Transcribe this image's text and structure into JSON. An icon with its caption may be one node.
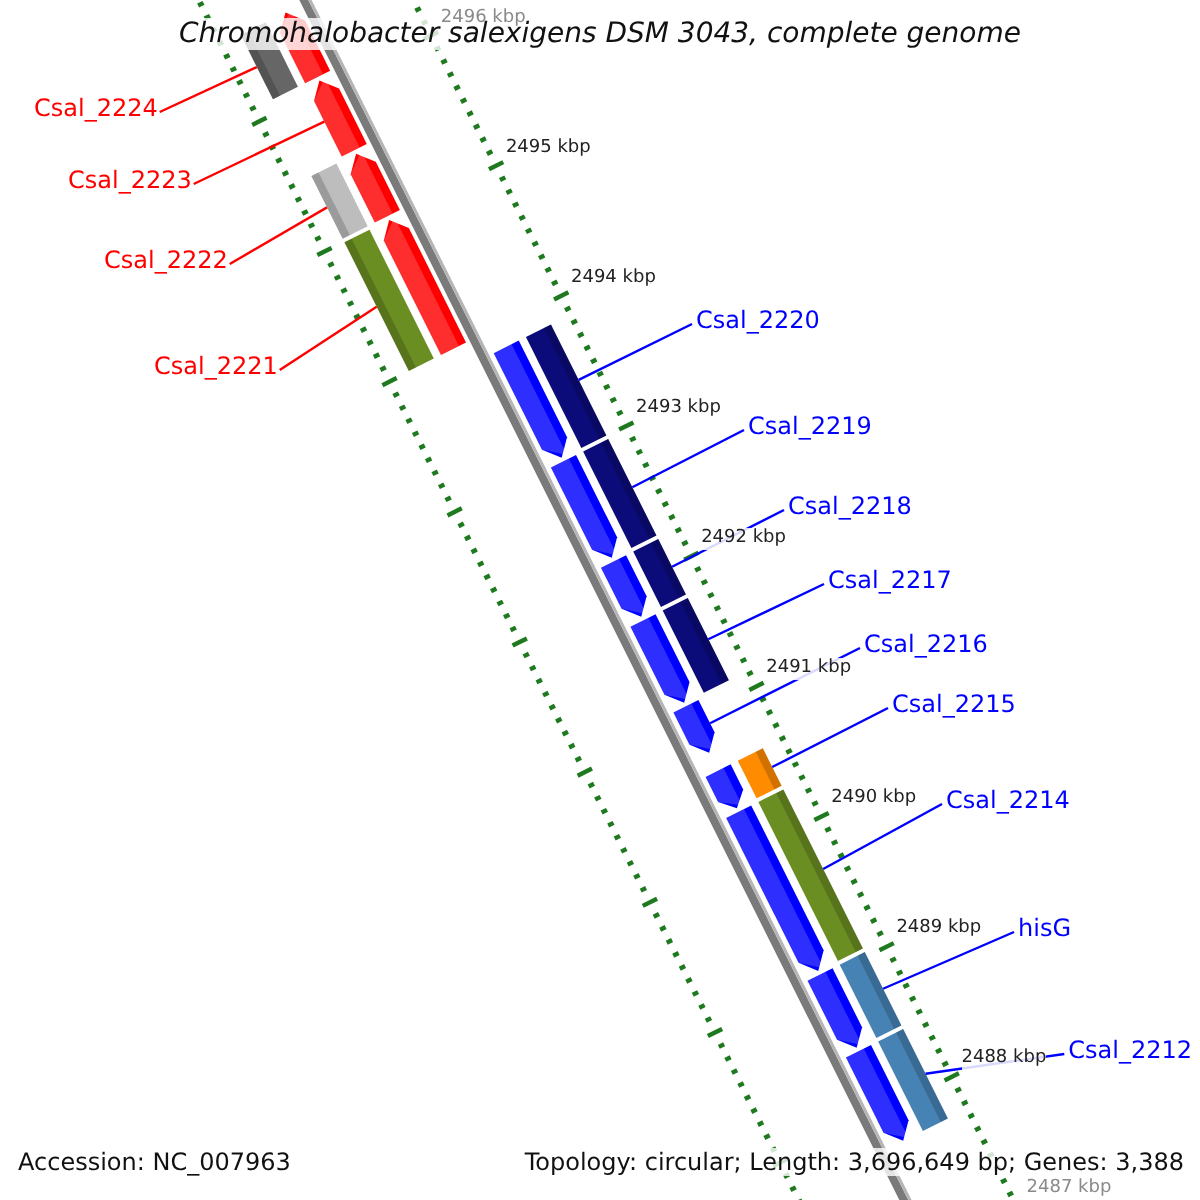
{
  "diagram": {
    "title": "Chromohalobacter salexigens DSM 3043, complete genome",
    "nodes": [
      {
        "text": [
          "Csal_2224"
        ]
      },
      {
        "text": [],
        "shape": "bar"
      },
      {
        "text": [
          "Csal_2223"
        ]
      },
      {
        "text": [],
        "shape": "bar"
      },
      {
        "text": [
          "Csal_2222"
        ]
      },
      {
        "text": [],
        "shape": "bar"
      },
      {
        "text": [
          "Csal_2221"
        ]
      },
      {
        "text": [],
        "shape": "bar"
      },
      {
        "text": [
          "Csal_2220"
        ]
      },
      {
        "text": [],
        "shape": "bar"
      },
      {
        "text": [
          "Csal_2219"
        ]
      },
      {
        "text": [],
        "shape": "bar"
      },
      {
        "text": [
          "Csal_2218"
        ]
      },
      {
        "text": [],
        "shape": "bar"
      },
      {
        "text": [
          "Csal_2217"
        ]
      },
      {
        "text": [],
        "shape": "bar"
      },
      {
        "text": [
          "Csal_2216"
        ]
      },
      {
        "text": [],
        "shape": "bar"
      },
      {
        "text": [
          "Csal_2215"
        ]
      },
      {
        "text": [],
        "shape": "bar"
      },
      {
        "text": [
          "Csal_2214"
        ]
      },
      {
        "text": [],
        "shape": "bar"
      },
      {
        "text": [
          "hisG"
        ]
      },
      {
        "text": [],
        "shape": "bar"
      },
      {
        "text": [
          "Csal_2212"
        ]
      },
      {
        "text": [],
        "shape": "bar"
      }
    ],
    "edges": [
      {
        "from": 0,
        "to": 1,
        "arrow": "none",
        "color": "#ff0000"
      },
      {
        "from": 2,
        "to": 3,
        "arrow": "none",
        "color": "#ff0000"
      },
      {
        "from": 4,
        "to": 5,
        "arrow": "none",
        "color": "#ff0000"
      },
      {
        "from": 6,
        "to": 7,
        "arrow": "none",
        "color": "#ff0000"
      },
      {
        "from": 8,
        "to": 9,
        "arrow": "none"
      },
      {
        "from": 10,
        "to": 11,
        "arrow": "none"
      },
      {
        "from": 12,
        "to": 13,
        "arrow": "none"
      },
      {
        "from": 14,
        "to": 15,
        "arrow": "none"
      },
      {
        "from": 16,
        "to": 17,
        "arrow": "none"
      },
      {
        "from": 18,
        "to": 19,
        "arrow": "none"
      },
      {
        "from": 20,
        "to": 21,
        "arrow": "none"
      },
      {
        "from": 22,
        "to": 23,
        "arrow": "none"
      },
      {
        "from": 24,
        "to": 25,
        "arrow": "none"
      }
    ],
    "labels": [
      "2496 kbp",
      "2495 kbp",
      "2494 kbp",
      "2493 kbp",
      "2492 kbp",
      "2491 kbp",
      "2490 kbp",
      "2489 kbp",
      "2488 kbp",
      "2487 kbp",
      "Accession: NC_007963",
      "Topology: circular; Length: 3,696,649 bp; Genes: 3,388"
    ]
  }
}
